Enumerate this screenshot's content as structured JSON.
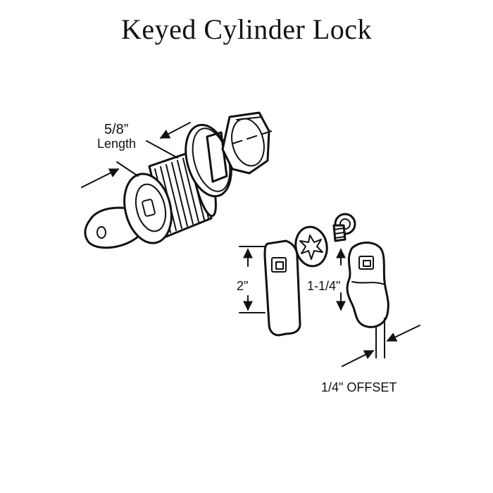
{
  "title": "Keyed Cylinder Lock",
  "dimensions": {
    "length_value": "5/8”",
    "length_label": "Length",
    "cam_length": "2\"",
    "cam_hole_spacing": "1-1/4\"",
    "offset": "1/4\" OFFSET"
  },
  "colors": {
    "line": "#111111",
    "background": "#ffffff"
  }
}
